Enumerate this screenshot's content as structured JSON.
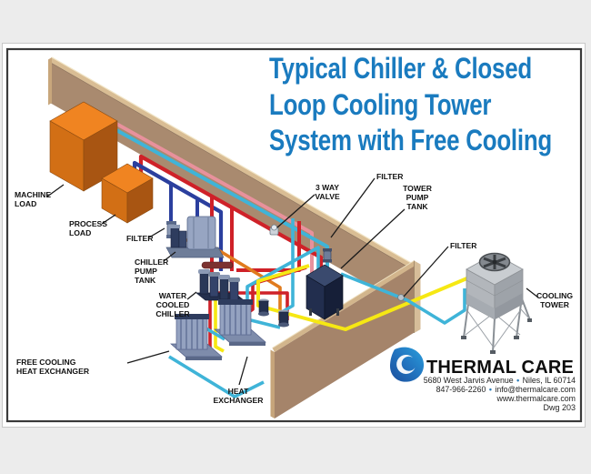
{
  "page": {
    "background": "#ececec",
    "paper_color": "#ffffff",
    "border_color": "#3a3a3a"
  },
  "title": {
    "color": "#1a7bbf",
    "lines": [
      "Typical Chiller & Closed",
      "Loop Cooling Tower",
      "System with Free Cooling"
    ]
  },
  "labels": [
    {
      "id": "machine-load",
      "lines": [
        "MACHINE",
        "LOAD"
      ]
    },
    {
      "id": "process-load",
      "lines": [
        "PROCESS",
        "LOAD"
      ]
    },
    {
      "id": "filter-1",
      "lines": [
        "FILTER"
      ]
    },
    {
      "id": "chiller-pump-tank",
      "lines": [
        "CHILLER",
        "PUMP",
        "TANK"
      ]
    },
    {
      "id": "water-cooled-chiller",
      "lines": [
        "WATER",
        "COOLED",
        "CHILLER"
      ]
    },
    {
      "id": "free-cooling-heat-exchanger",
      "lines": [
        "FREE COOLING",
        "HEAT EXCHANGER"
      ]
    },
    {
      "id": "heat-exchanger",
      "lines": [
        "HEAT",
        "EXCHANGER"
      ]
    },
    {
      "id": "three-way-valve",
      "lines": [
        "3 WAY",
        "VALVE"
      ]
    },
    {
      "id": "filter-2",
      "lines": [
        "FILTER"
      ]
    },
    {
      "id": "tower-pump-tank",
      "lines": [
        "TOWER",
        "PUMP",
        "TANK"
      ]
    },
    {
      "id": "filter-3",
      "lines": [
        "FILTER"
      ]
    },
    {
      "id": "cooling-tower",
      "lines": [
        "COOLING",
        "TOWER"
      ]
    }
  ],
  "logo": {
    "brand": "THERMAL CARE",
    "address_line1_left": "5680 West Jarvis Avenue",
    "address_line1_right": "Niles, IL 60714",
    "address_line2_left": "847-966-2260",
    "address_line2_right": "info@thermalcare.com",
    "address_line3": "www.thermalcare.com",
    "bullet": "•",
    "drawing_number": "Dwg 203"
  },
  "colors": {
    "title_blue": "#1a7bbf",
    "wall_tan": "#a98a6f",
    "wall_top_light": "#d9bd94",
    "load_box_orange": "#ef8421",
    "pipe_red": "#cf2128",
    "pipe_blue": "#2b3f9e",
    "pipe_cyan": "#3fb4d8",
    "pipe_pink": "#e8919c",
    "pipe_yellow": "#f6e813",
    "pipe_orange": "#e07b1e",
    "equipment_steel": "#93a2c0",
    "equipment_navy": "#2a3858",
    "tower_gray": "#b2b6bb",
    "logo_blue_dark": "#1c4f9d",
    "logo_blue_light": "#2aa0dc"
  }
}
